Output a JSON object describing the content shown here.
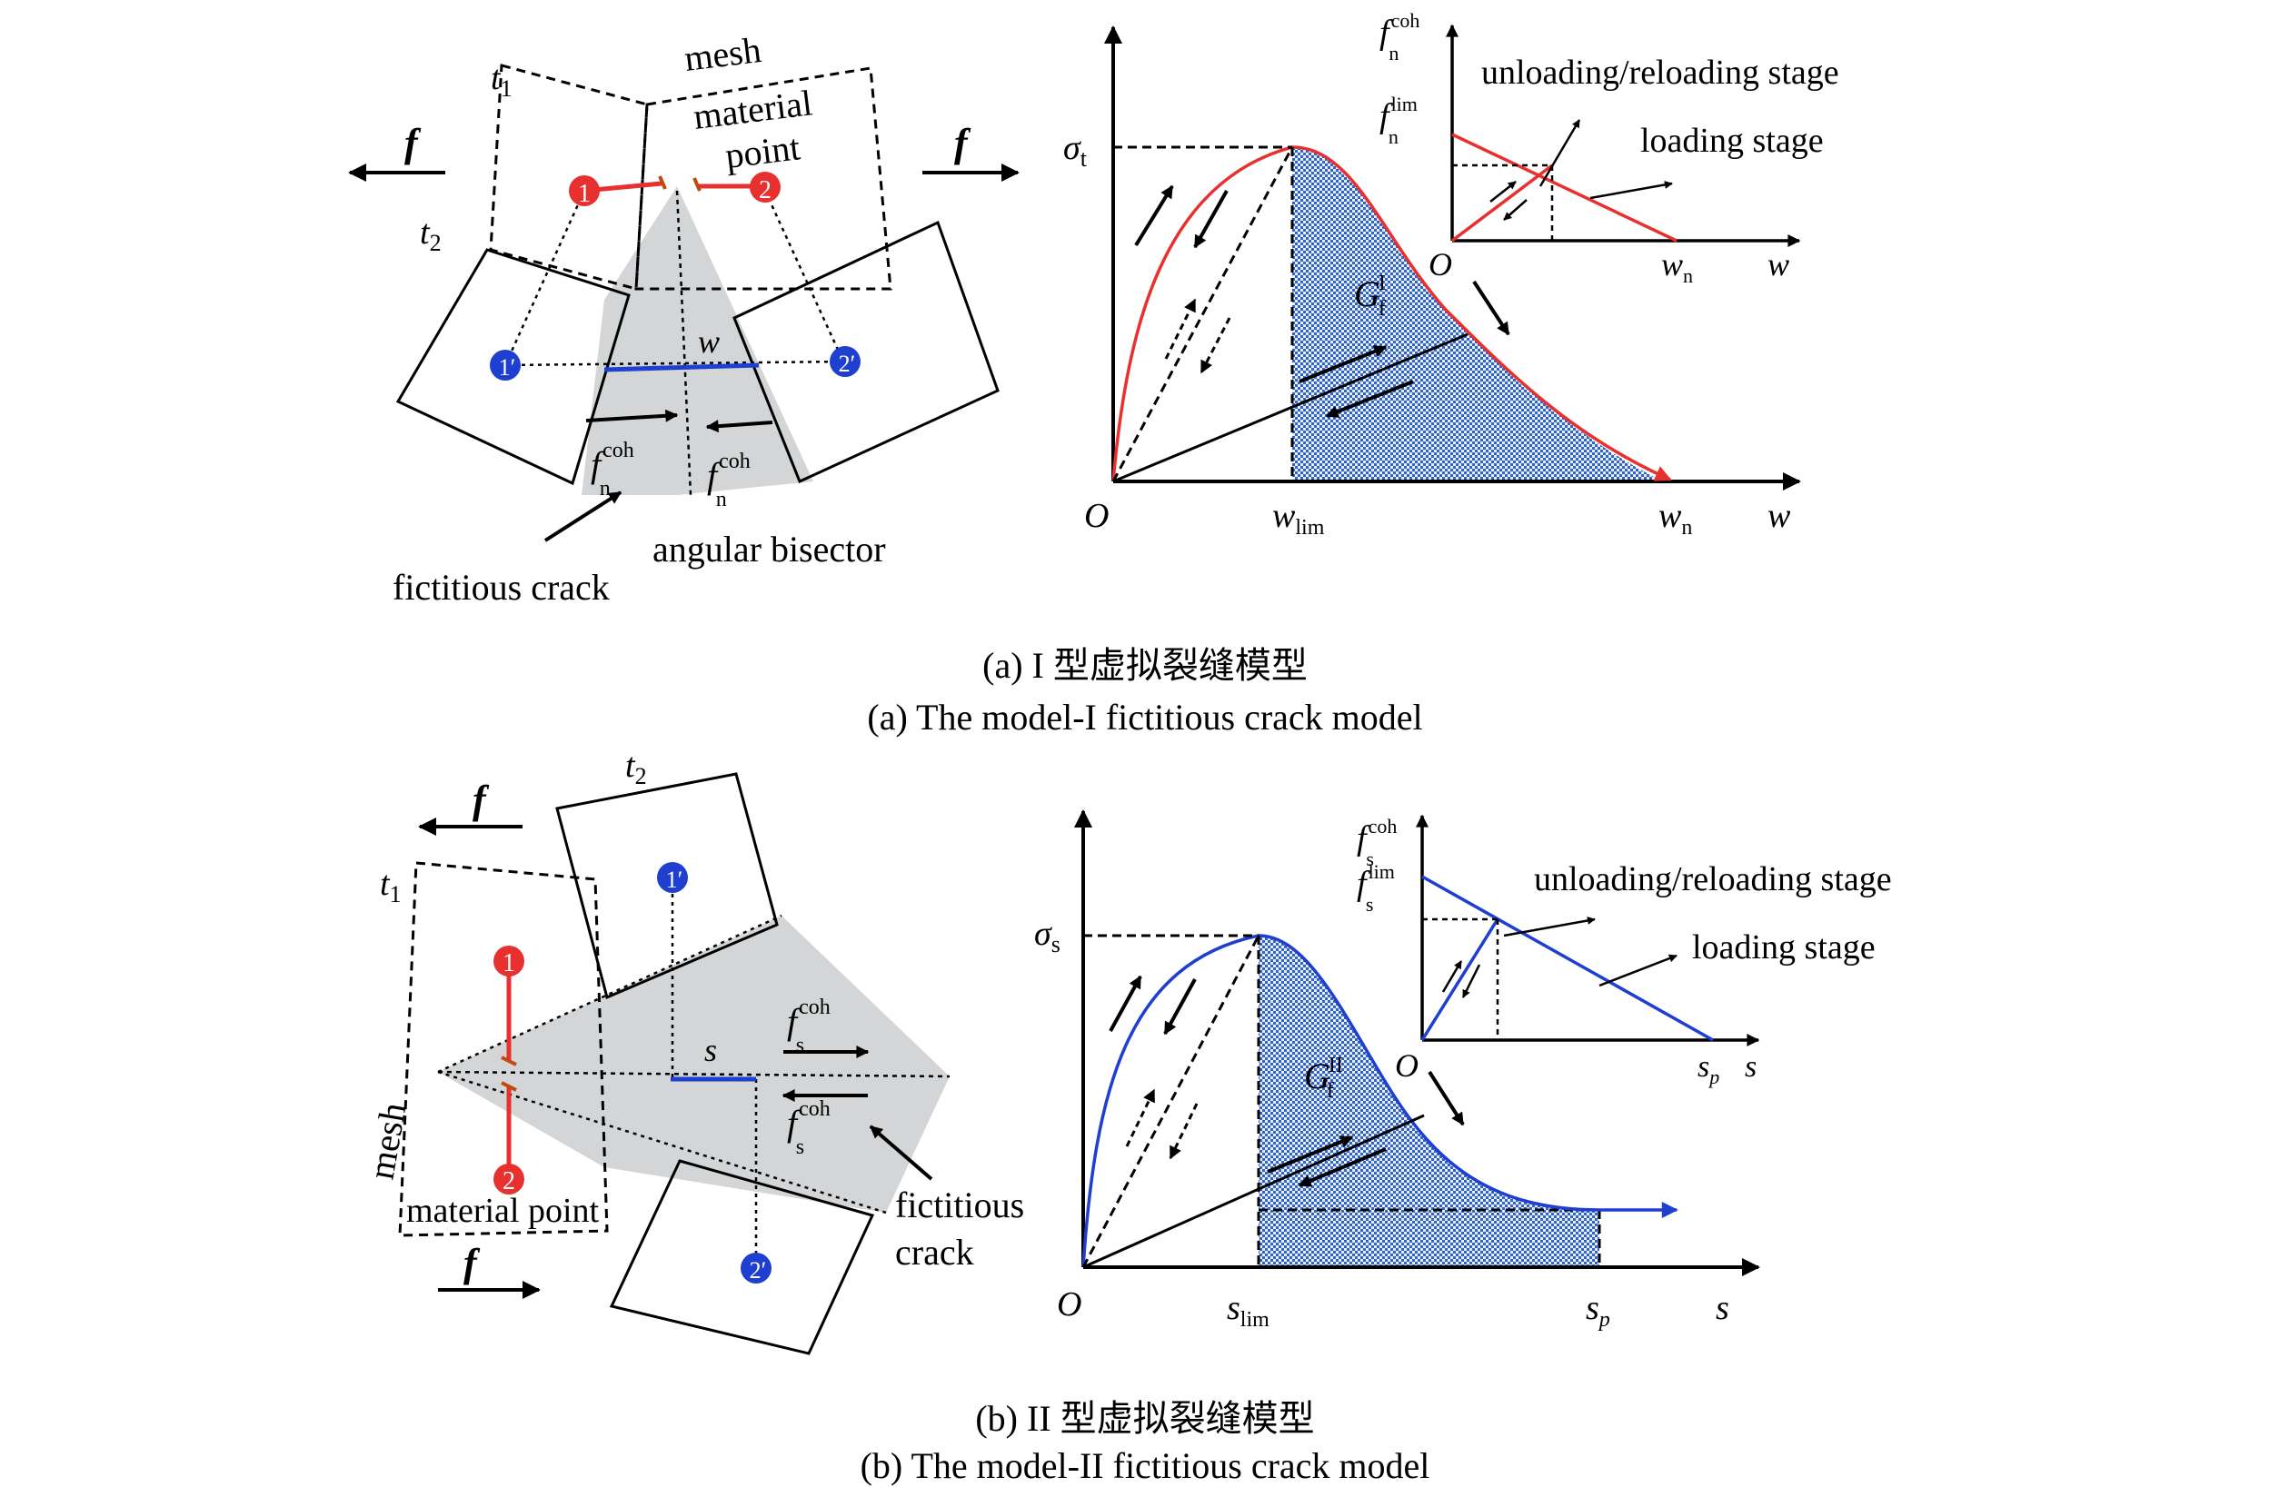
{
  "colors": {
    "red": "#e8302e",
    "blue": "#1f3fd0",
    "shade": "#d3d5d6",
    "hatch": "#2f63c8"
  },
  "panel_a": {
    "caption_cn": "(a) I 型虚拟裂缝模型",
    "caption_en": "(a) The model-I fictitious crack model",
    "schematic": {
      "t1": "t",
      "t1_sub": "1",
      "t2": "t",
      "t2_sub": "2",
      "mesh": "mesh",
      "material": "material",
      "point": "point",
      "force": "f",
      "node1": "1",
      "node2": "2",
      "node1p": "1′",
      "node2p": "2′",
      "w": "w",
      "fcoh_main": "f",
      "fcoh_sub": "n",
      "fcoh_sup": "coh",
      "fictitious_crack": "fictitious crack",
      "angular_bisector": "angular bisector"
    },
    "graph": {
      "sigma": "σ",
      "sigma_sub": "t",
      "origin": "O",
      "xlim_label": "w",
      "xlim_sub": "lim",
      "xn_label": "w",
      "xn_sub": "n",
      "axis": "w",
      "G": "G",
      "G_sub": "f",
      "G_sup": "I"
    },
    "inset": {
      "y_coh": "f",
      "y_coh_sub": "n",
      "y_coh_sup": "coh",
      "y_lim": "f",
      "y_lim_sub": "n",
      "y_lim_sup": "lim",
      "unloading": "unloading/reloading stage",
      "loading": "loading stage",
      "origin": "O",
      "xn": "w",
      "xn_sub": "n",
      "axis": "w"
    }
  },
  "panel_b": {
    "caption_cn": "(b) II 型虚拟裂缝模型",
    "caption_en": "(b) The model-II fictitious crack model",
    "schematic": {
      "t1": "t",
      "t1_sub": "1",
      "t2": "t",
      "t2_sub": "2",
      "force": "f",
      "node1": "1",
      "node2": "2",
      "node1p": "1′",
      "node2p": "2′",
      "s": "s",
      "fcoh_main": "f",
      "fcoh_sub": "s",
      "fcoh_sup": "coh",
      "mesh": "mesh",
      "material_point": "material point",
      "fictitious": "fictitious",
      "crack": "crack"
    },
    "graph": {
      "sigma": "σ",
      "sigma_sub": "s",
      "origin": "O",
      "xlim_label": "s",
      "xlim_sub": "lim",
      "xp_label": "s",
      "xp_sub": "p",
      "axis": "s",
      "G": "G",
      "G_sub": "f",
      "G_sup": "II"
    },
    "inset": {
      "y_coh": "f",
      "y_coh_sub": "s",
      "y_coh_sup": "coh",
      "y_lim": "f",
      "y_lim_sub": "s",
      "y_lim_sup": "lim",
      "unloading": "unloading/reloading stage",
      "loading": "loading stage",
      "origin": "O",
      "xp": "s",
      "xp_sub": "p",
      "axis": "s"
    }
  }
}
